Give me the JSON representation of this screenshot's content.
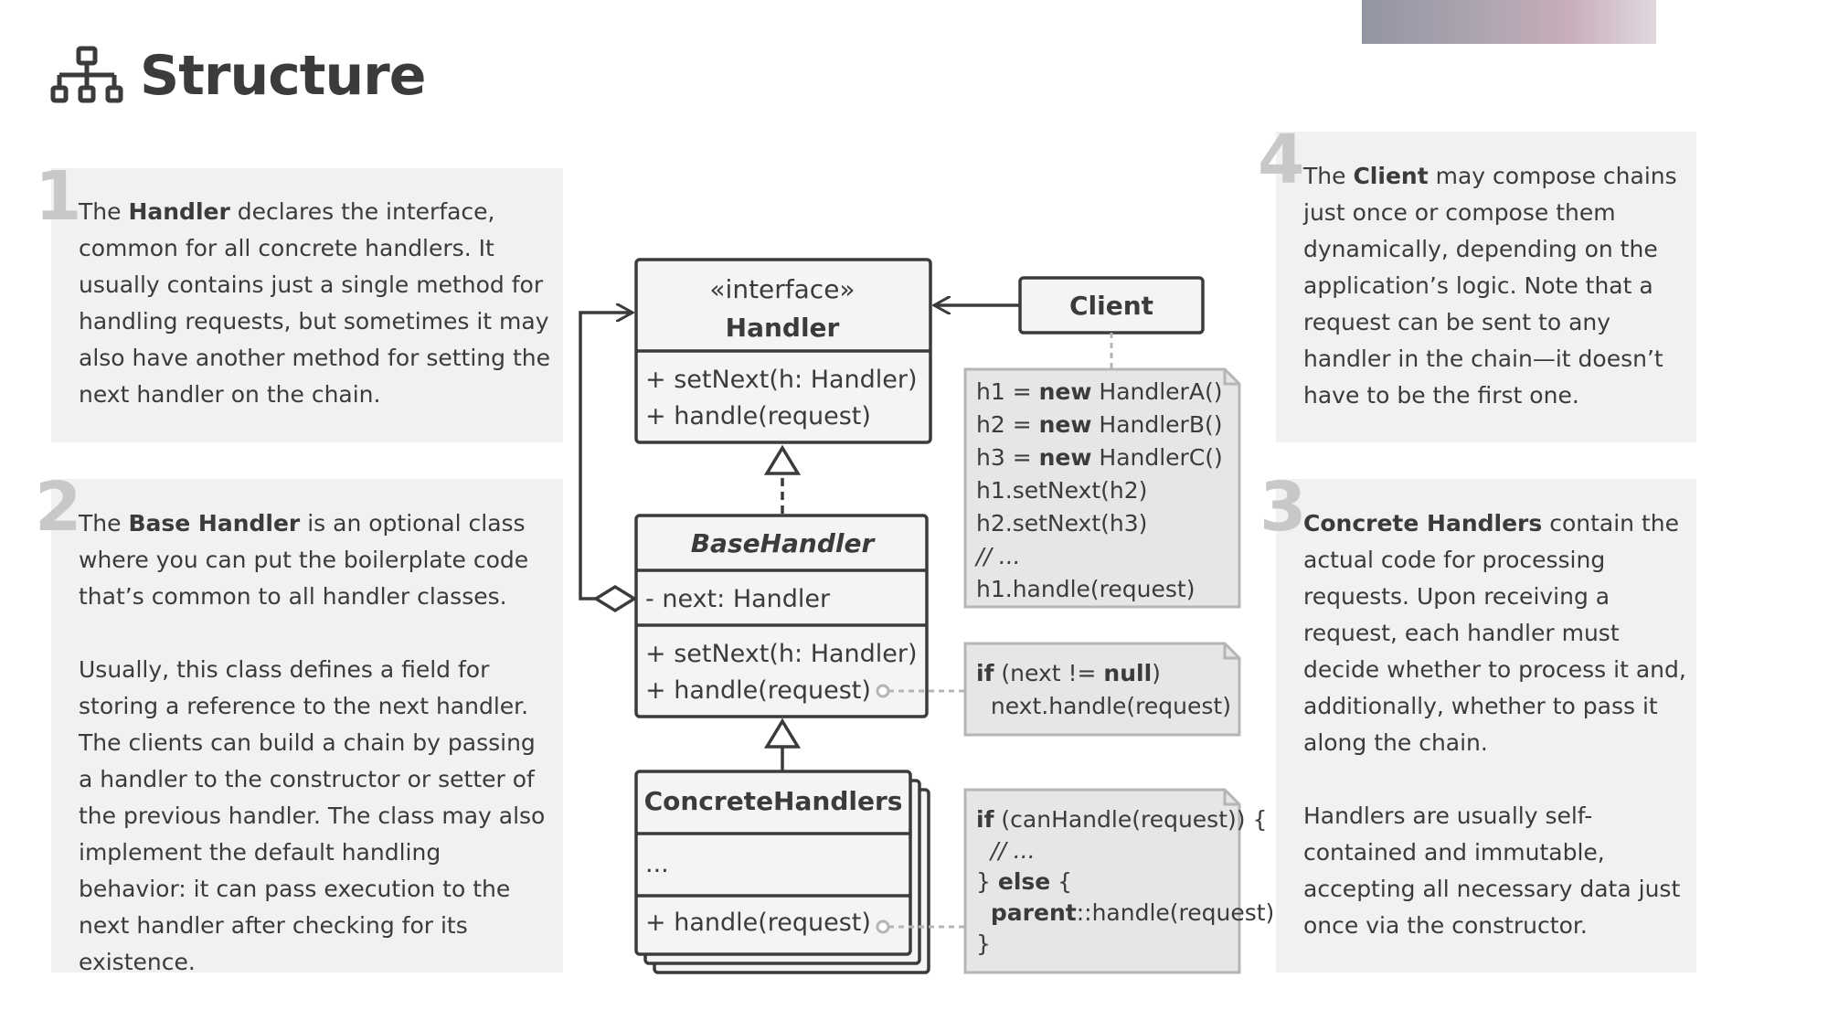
{
  "header": {
    "title": "Structure",
    "icon": "structure-hierarchy-icon"
  },
  "panels": [
    {
      "number": "1",
      "paragraphs": [
        [
          {
            "t": "The "
          },
          {
            "t": "Handler",
            "b": true
          },
          {
            "t": " declares the interface, common for all concrete handlers. It usually contains just a single method for handling requests, but sometimes it may also have another method for setting the next handler on the chain."
          }
        ]
      ]
    },
    {
      "number": "2",
      "paragraphs": [
        [
          {
            "t": "The "
          },
          {
            "t": "Base Handler",
            "b": true
          },
          {
            "t": " is an optional class where you can put the boilerplate code that’s common to all handler classes."
          }
        ],
        [
          {
            "t": "Usually, this class defines a field for storing a reference to the next handler. The clients can build a chain by passing a handler to the constructor or setter of the previous handler. The class may also implement the default handling behavior: it can pass execution to the next handler after checking for its existence."
          }
        ]
      ]
    },
    {
      "number": "4",
      "paragraphs": [
        [
          {
            "t": "The "
          },
          {
            "t": "Client",
            "b": true
          },
          {
            "t": " may compose chains just once or compose them dynamically, depending on the application’s logic. Note that a request can be sent to any handler in the chain—it doesn’t have to be the first one."
          }
        ]
      ]
    },
    {
      "number": "3",
      "paragraphs": [
        [
          {
            "t": "Concrete Handlers",
            "b": true
          },
          {
            "t": " contain the actual code for processing requests. Upon receiving a request, each handler must decide whether to process it and, additionally, whether to pass it along the chain."
          }
        ],
        [
          {
            "t": "Handlers are usually self-contained and immutable, accepting all necessary data just once via the constructor."
          }
        ]
      ]
    }
  ],
  "diagram": {
    "handler": {
      "stereotype": "«interface»",
      "name": "Handler",
      "methods": [
        "+ setNext(h: Handler)",
        "+ handle(request)"
      ]
    },
    "base_handler": {
      "name": "BaseHandler",
      "fields": [
        "- next: Handler"
      ],
      "methods": [
        "+ setNext(h: Handler)",
        "+ handle(request)"
      ]
    },
    "concrete_handlers": {
      "name": "ConcreteHandlers",
      "fields": [
        "..."
      ],
      "methods": [
        "+ handle(request)"
      ]
    },
    "client": {
      "name": "Client"
    },
    "notes": {
      "client_code": [
        [
          {
            "t": "h1 = "
          },
          {
            "t": "new",
            "b": true
          },
          {
            "t": " HandlerA()"
          }
        ],
        [
          {
            "t": "h2 = "
          },
          {
            "t": "new",
            "b": true
          },
          {
            "t": " HandlerB()"
          }
        ],
        [
          {
            "t": "h3 = "
          },
          {
            "t": "new",
            "b": true
          },
          {
            "t": " HandlerC()"
          }
        ],
        [
          {
            "t": "h1.setNext(h2)"
          }
        ],
        [
          {
            "t": "h2.setNext(h3)"
          }
        ],
        [
          {
            "t": "// ...",
            "i": true
          }
        ],
        [
          {
            "t": "h1.handle(request)"
          }
        ]
      ],
      "base_code": [
        [
          {
            "t": "if",
            "b": true
          },
          {
            "t": " (next != "
          },
          {
            "t": "null",
            "b": true
          },
          {
            "t": ")"
          }
        ],
        [
          {
            "t": "  next.handle(request)"
          }
        ]
      ],
      "concrete_code": [
        [
          {
            "t": "if",
            "b": true
          },
          {
            "t": " (canHandle(request)) {"
          }
        ],
        [
          {
            "t": "  // ...",
            "i": true
          }
        ],
        [
          {
            "t": "} "
          },
          {
            "t": "else",
            "b": true
          },
          {
            "t": " {"
          }
        ],
        [
          {
            "t": "  "
          },
          {
            "t": "parent",
            "b": true
          },
          {
            "t": "::handle(request)"
          }
        ],
        [
          {
            "t": "}"
          }
        ]
      ]
    }
  },
  "colors": {
    "panel_bg": "#f1f1f1",
    "number": "#c8c8c8",
    "text": "#3b3b3b",
    "box_fill": "#f4f4f4",
    "note_fill": "#e6e6e6",
    "dashed_connector": "#b5b5b5"
  }
}
